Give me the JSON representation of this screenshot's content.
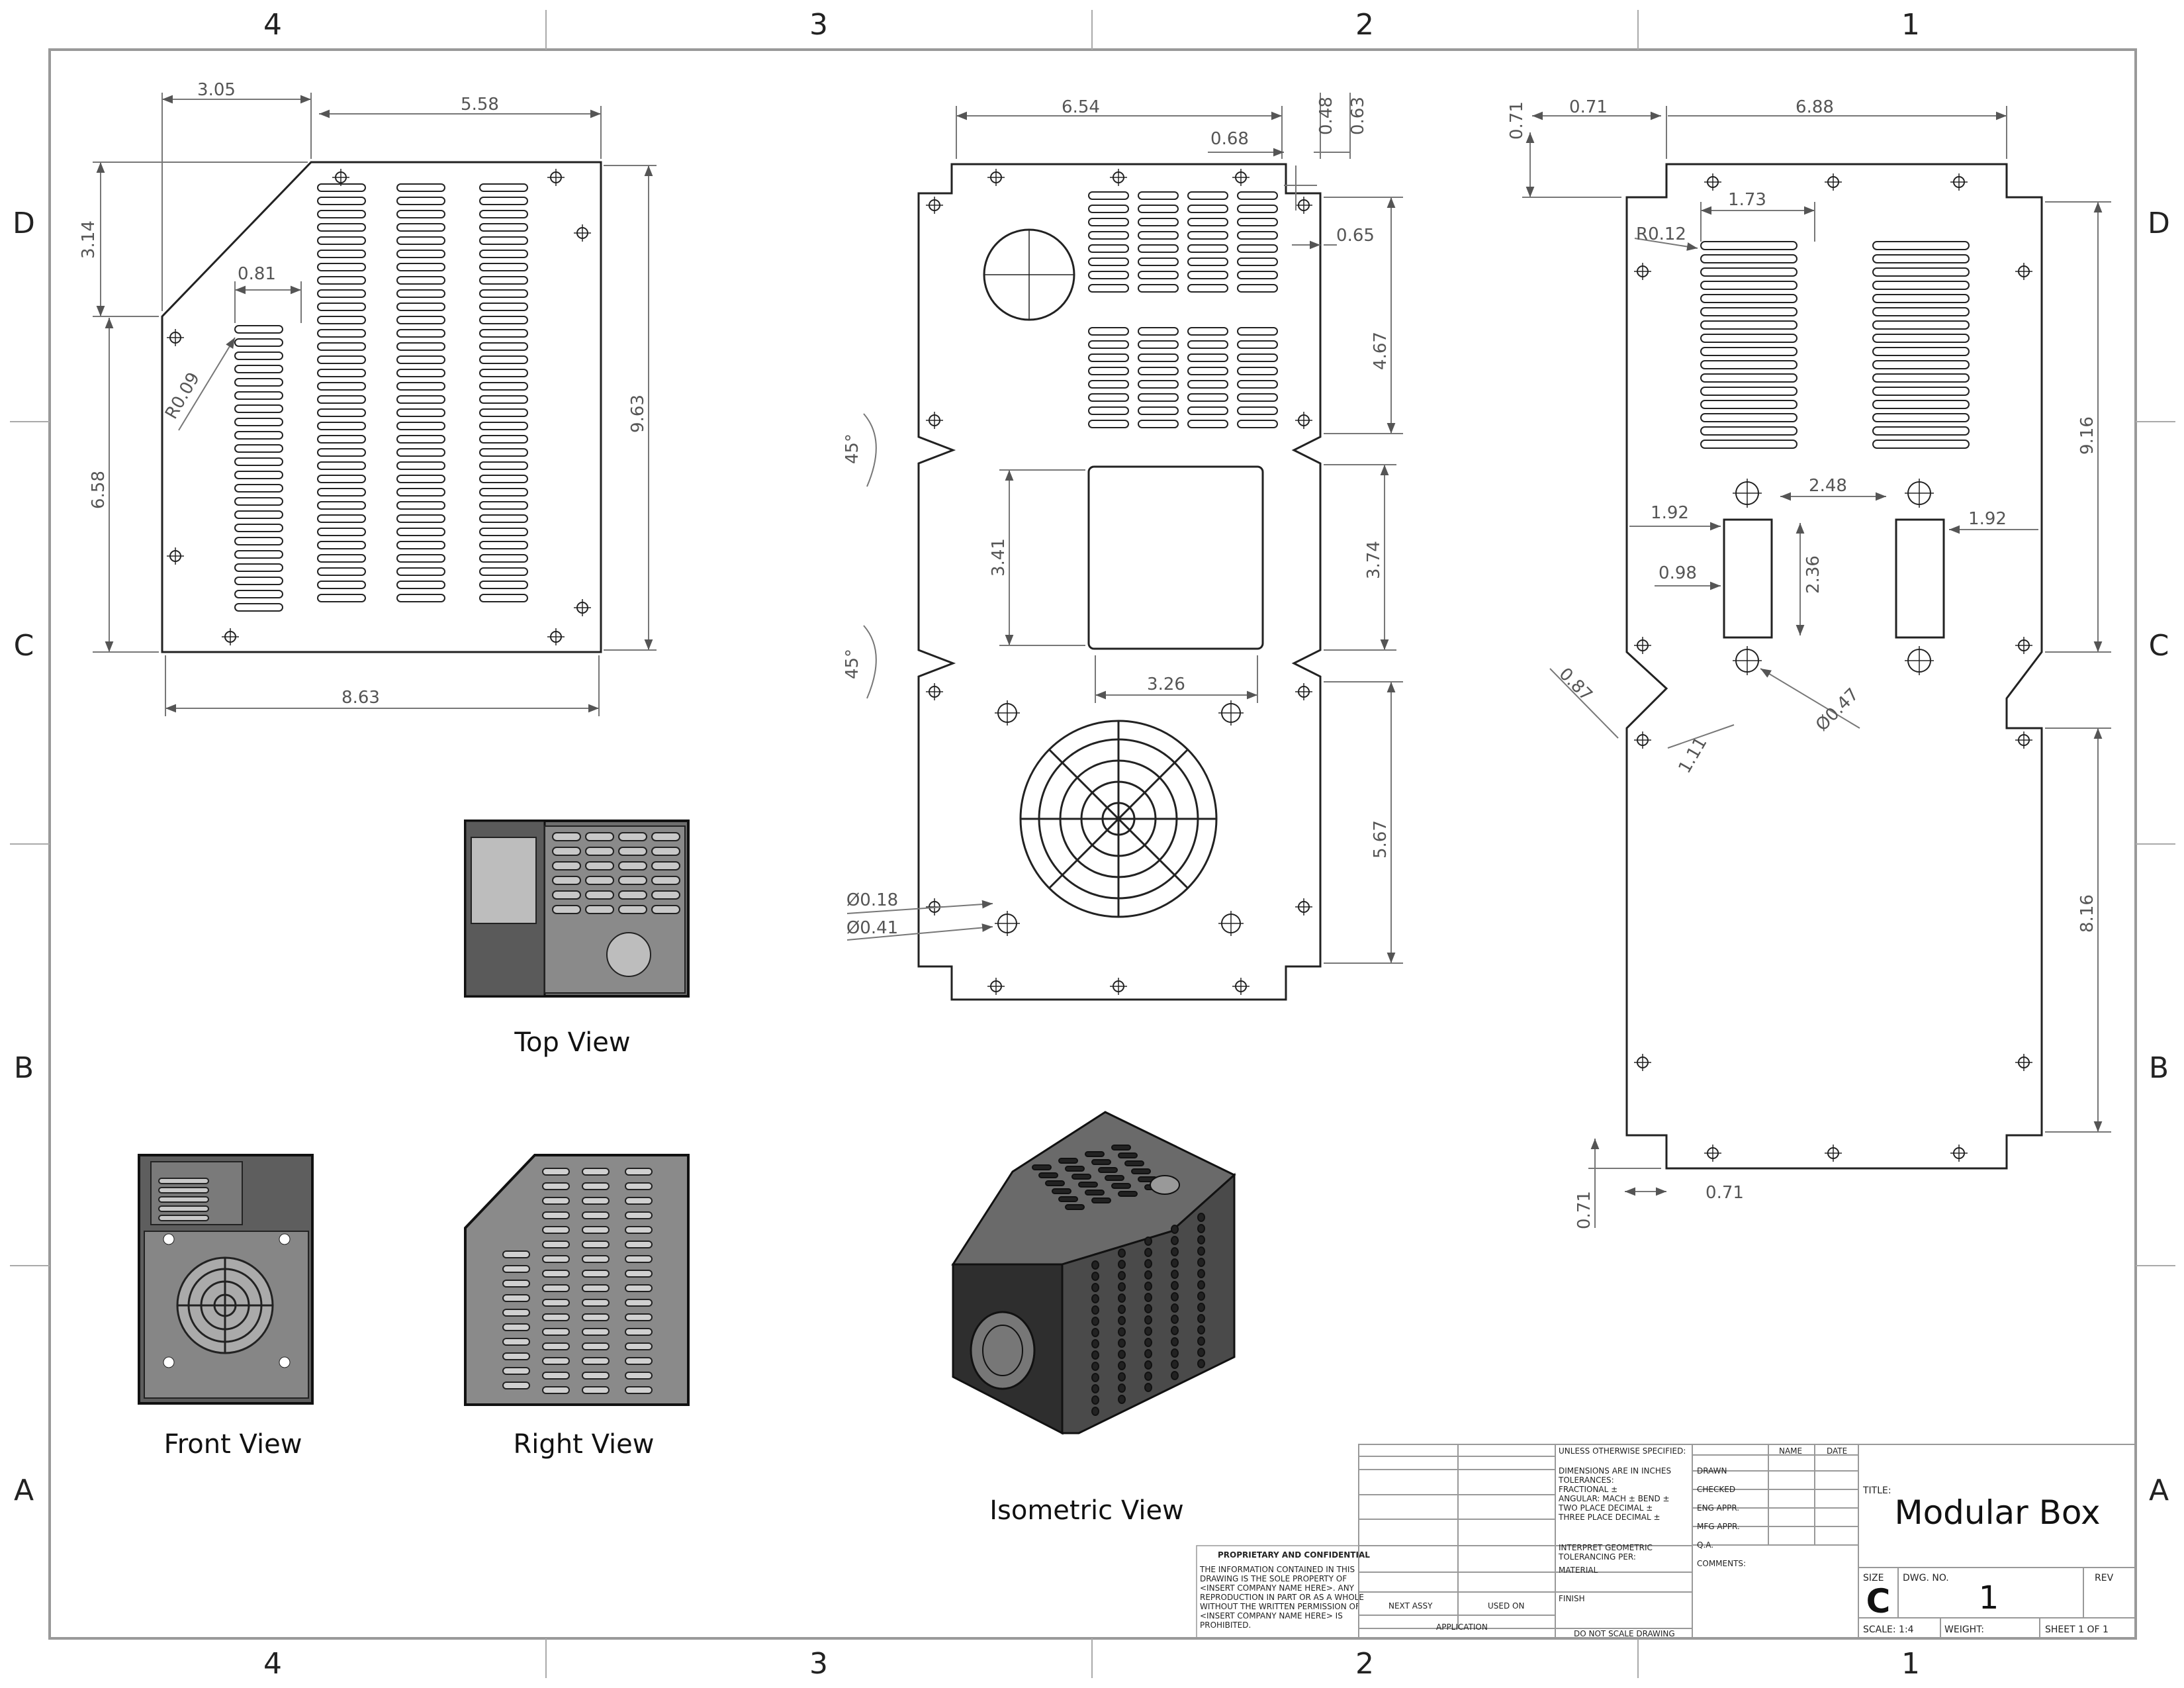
{
  "zones": {
    "columns": [
      "4",
      "3",
      "2",
      "1"
    ],
    "rows": [
      "D",
      "C",
      "B",
      "A"
    ]
  },
  "views": {
    "top": "Top View",
    "front": "Front View",
    "right": "Right View",
    "iso": "Isometric View"
  },
  "side_panel_dims": {
    "d1": "3.05",
    "d2": "5.58",
    "d3": "3.14",
    "d4": "0.81",
    "d5": "R0.09",
    "d6": "6.58",
    "d7": "9.63",
    "d8": "8.63"
  },
  "center_panel_dims": {
    "d1": "6.54",
    "d2": "0.68",
    "d3": "0.48",
    "d4": "0.63",
    "d5": "0.65",
    "d6": "4.67",
    "d7": "45°",
    "d8": "3.41",
    "d9": "3.74",
    "d10": "45°",
    "d11": "3.26",
    "d12": "5.67",
    "d13": "Ø0.18",
    "d14": "Ø0.41"
  },
  "right_panel_dims": {
    "d1": "0.71",
    "d2": "0.71",
    "d3": "6.88",
    "d4": "1.73",
    "d5": "R0.12",
    "d6": "9.16",
    "d7": "1.92",
    "d8": "2.48",
    "d9": "1.92",
    "d10": "0.98",
    "d11": "2.36",
    "d12": "0.87",
    "d13": "1.11",
    "d14": "Ø0.47",
    "d15": "8.16",
    "d16": "0.71",
    "d17": "0.71"
  },
  "title_block": {
    "unless": "UNLESS OTHERWISE SPECIFIED:",
    "dims_line1": "DIMENSIONS ARE IN INCHES",
    "dims_line2": "TOLERANCES:",
    "dims_line3": "FRACTIONAL ±",
    "dims_line4": "ANGULAR: MACH ±    BEND ±",
    "dims_line5": "TWO PLACE DECIMAL  ±",
    "dims_line6": "THREE PLACE DECIMAL  ±",
    "interpret1": "INTERPRET GEOMETRIC",
    "interpret2": "TOLERANCING PER:",
    "material": "MATERIAL",
    "finish": "FINISH",
    "do_not_scale": "DO NOT SCALE DRAWING",
    "next_assy": "NEXT ASSY",
    "used_on": "USED ON",
    "application": "APPLICATION",
    "name_hdr": "NAME",
    "date_hdr": "DATE",
    "drawn": "DRAWN",
    "checked": "CHECKED",
    "eng_appr": "ENG APPR.",
    "mfg_appr": "MFG APPR.",
    "qa": "Q.A.",
    "comments": "COMMENTS:",
    "title_label": "TITLE:",
    "title": "Modular Box",
    "size_label": "SIZE",
    "size": "C",
    "dwg_no_label": "DWG.  NO.",
    "dwg_no": "1",
    "rev_label": "REV",
    "scale": "SCALE: 1:4",
    "weight": "WEIGHT:",
    "sheet": "SHEET 1 OF 1",
    "proprietary": "PROPRIETARY AND CONFIDENTIAL",
    "prop1": "THE INFORMATION CONTAINED IN THIS",
    "prop2": "DRAWING IS THE SOLE PROPERTY OF",
    "prop3": "<INSERT COMPANY NAME HERE>.  ANY",
    "prop4": "REPRODUCTION IN PART OR AS A WHOLE",
    "prop5": "WITHOUT THE WRITTEN PERMISSION OF",
    "prop6": "<INSERT COMPANY NAME HERE> IS",
    "prop7": "PROHIBITED."
  }
}
